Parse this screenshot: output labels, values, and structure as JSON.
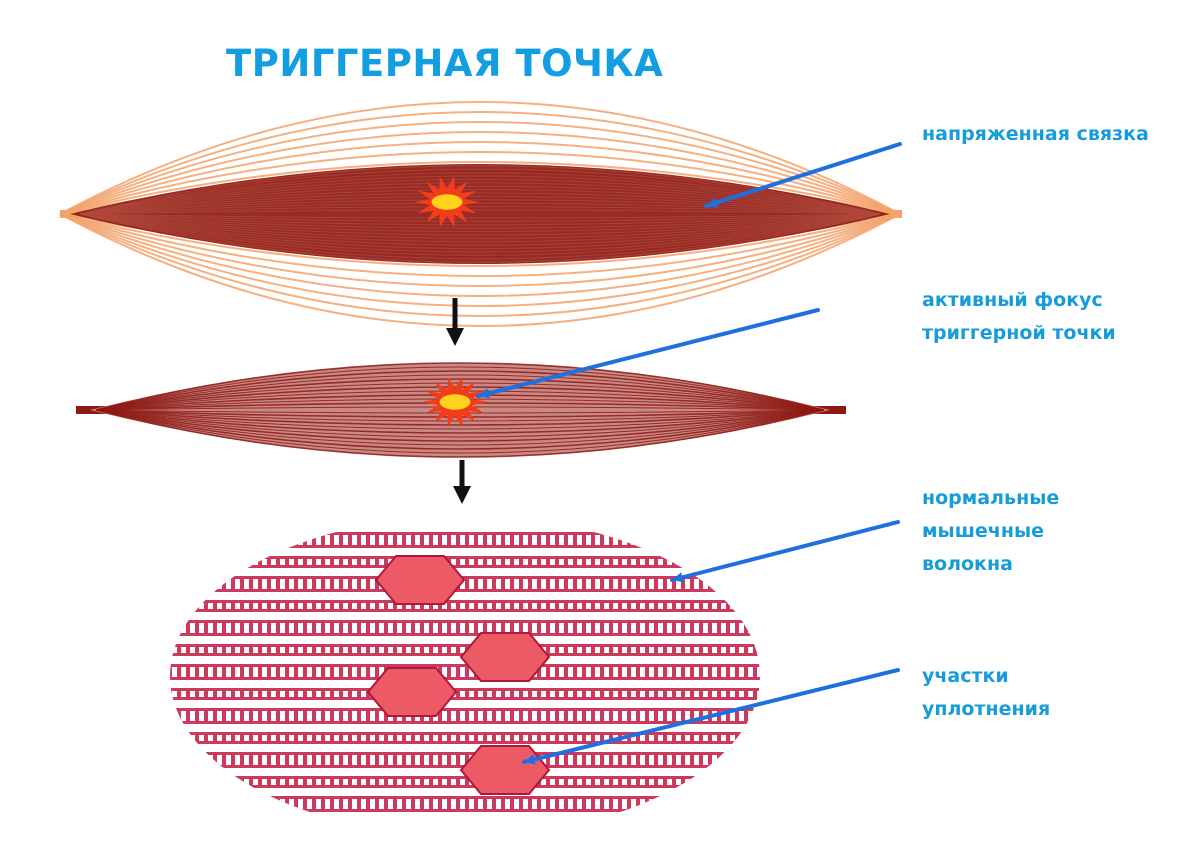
{
  "title": "ТРИГГЕРНАЯ ТОЧКА",
  "labels": {
    "taut_band": [
      "напряженная связка"
    ],
    "active_focus": [
      "активный фокус",
      "триггерной точки"
    ],
    "normal_fibers": [
      "нормальные",
      "мышечные",
      "волокна"
    ],
    "contraction_knots": [
      "участки",
      "уплотнения"
    ]
  },
  "colors": {
    "title": "#129ee0",
    "labels": "#169bdb",
    "pointer_arrows": "#1e6fe0",
    "muscle_dark": "#8e1a14",
    "muscle_light": "#c98a86",
    "tendon": "#f3a26b",
    "fiber_stripes": "#c7234a",
    "knot_fill": "#ec5a66",
    "trigger_outer": "#f23c1a",
    "trigger_inner": "#ffd21e",
    "flow_arrows": "#111111"
  }
}
